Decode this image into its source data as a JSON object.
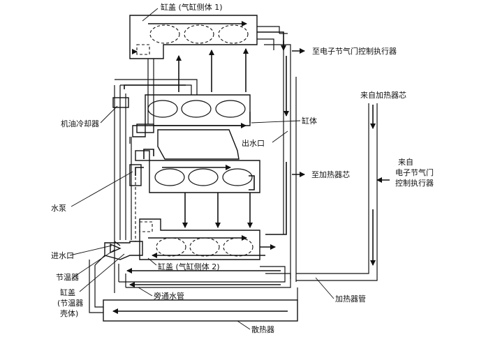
{
  "labels": {
    "head1": "缸盖 (气缸侧体 1)",
    "to_throttle": "至电子节气门控制执行器",
    "from_heater": "来自加热器芯",
    "oil_cooler": "机油冷却器",
    "block": "缸体",
    "outlet": "出水口",
    "to_heater": "至加热器芯",
    "from_throttle_l1": "来自",
    "from_throttle_l2": "电子节气门",
    "from_throttle_l3": "控制执行器",
    "pump": "水泵",
    "inlet": "进水口",
    "thermostat": "节温器",
    "head_thermo_l1": "缸盖",
    "head_thermo_l2": "(节温器",
    "head_thermo_l3": "壳体)",
    "head2": "缸盖 (气缸侧体 2)",
    "bypass": "旁通水管",
    "heater_pipe": "加热器管",
    "radiator": "散热器"
  }
}
